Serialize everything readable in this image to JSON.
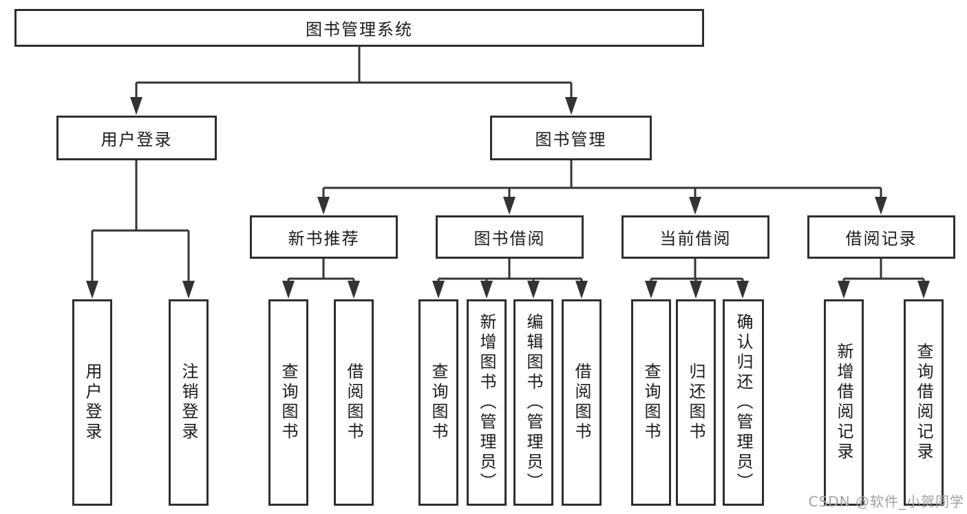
{
  "diagram": {
    "root": {
      "label": "图书管理系统"
    },
    "branches": [
      {
        "label": "用户登录",
        "children": [
          "用户登录",
          "注销登录"
        ]
      },
      {
        "label": "图书管理"
      }
    ],
    "modules": [
      {
        "label": "新书推荐",
        "children": [
          "查询图书",
          "借阅图书"
        ]
      },
      {
        "label": "图书借阅",
        "children": [
          "查询图书",
          "新增图书（管理员）",
          "编辑图书（管理员）",
          "借阅图书"
        ]
      },
      {
        "label": "当前借阅",
        "children": [
          "查询图书",
          "归还图书",
          "确认归还（管理员）"
        ]
      },
      {
        "label": "借阅记录",
        "children": [
          "新增借阅记录",
          "查询借阅记录"
        ]
      }
    ]
  },
  "watermark": {
    "text": "CSDN @软件_小贺同学"
  },
  "colors": {
    "line": "#333333",
    "box_border": "#2E2E2E",
    "text": "#1A1A1A",
    "watermark": "#A0A0A0",
    "background": "#FFFFFF"
  }
}
